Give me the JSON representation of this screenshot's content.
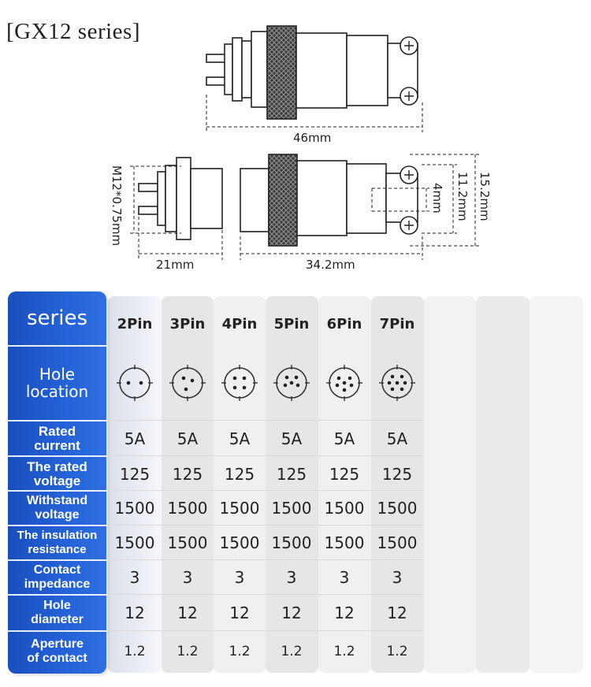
{
  "title": "[GX12 series]",
  "dimensions": {
    "total_length": "46mm",
    "thread": "M12*0.75mm",
    "socket_length": "21mm",
    "plug_length": "34.2mm",
    "outer_dia": "15.2mm",
    "inner_dia": "11.2mm",
    "clamp": "4mm"
  },
  "table": {
    "row_headers": {
      "series": "series",
      "hole_location": [
        "Hole",
        "location"
      ],
      "rated_current": [
        "Rated",
        "current"
      ],
      "rated_voltage": [
        "The rated",
        "voltage"
      ],
      "withstand_voltage": [
        "Withstand",
        "voltage"
      ],
      "insulation_resistance": [
        "The insulation",
        "resistance"
      ],
      "contact_impedance": [
        "Contact",
        "impedance"
      ],
      "hole_diameter": [
        "Hole",
        "diameter"
      ],
      "aperture": [
        "Aperture",
        "of contact"
      ]
    },
    "columns": [
      {
        "series": "2Pin",
        "pins": 2,
        "rated_current": "5A",
        "rated_voltage": "125",
        "withstand_voltage": "1500",
        "insulation_resistance": "1500",
        "contact_impedance": "3",
        "hole_diameter": "12",
        "aperture": "1.2"
      },
      {
        "series": "3Pin",
        "pins": 3,
        "rated_current": "5A",
        "rated_voltage": "125",
        "withstand_voltage": "1500",
        "insulation_resistance": "1500",
        "contact_impedance": "3",
        "hole_diameter": "12",
        "aperture": "1.2"
      },
      {
        "series": "4Pin",
        "pins": 4,
        "rated_current": "5A",
        "rated_voltage": "125",
        "withstand_voltage": "1500",
        "insulation_resistance": "1500",
        "contact_impedance": "3",
        "hole_diameter": "12",
        "aperture": "1.2"
      },
      {
        "series": "5Pin",
        "pins": 5,
        "rated_current": "5A",
        "rated_voltage": "125",
        "withstand_voltage": "1500",
        "insulation_resistance": "1500",
        "contact_impedance": "3",
        "hole_diameter": "12",
        "aperture": "1.2"
      },
      {
        "series": "6Pin",
        "pins": 6,
        "rated_current": "5A",
        "rated_voltage": "125",
        "withstand_voltage": "1500",
        "insulation_resistance": "1500",
        "contact_impedance": "3",
        "hole_diameter": "12",
        "aperture": "1.2"
      },
      {
        "series": "7Pin",
        "pins": 7,
        "rated_current": "5A",
        "rated_voltage": "125",
        "withstand_voltage": "1500",
        "insulation_resistance": "1500",
        "contact_impedance": "3",
        "hole_diameter": "12",
        "aperture": "1.2"
      }
    ]
  }
}
